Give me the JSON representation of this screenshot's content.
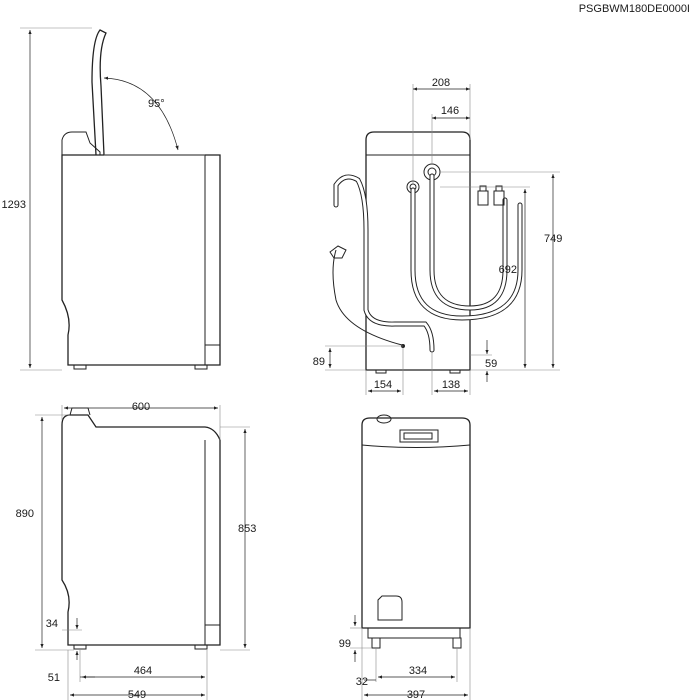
{
  "model_code": "PSGBWM180DE0000I",
  "views": {
    "side_lid_open": {
      "total_height": "1293",
      "lid_angle": "95°"
    },
    "rear_connections": {
      "inlet_spacing_outer": "208",
      "inlet_spacing_inner": "146",
      "inlet_height": "749",
      "drain_height": "692",
      "bottom_offset": "89",
      "foot_gap": "59",
      "drain_offset_left": "154",
      "drain_offset_right": "138"
    },
    "side_closed": {
      "depth": "600",
      "height_with_top": "890",
      "height_body": "853",
      "foot_height": "34",
      "foot_inset": "51",
      "foot_span": "464",
      "base_depth": "549"
    },
    "front": {
      "foot_clearance": "99",
      "foot_span": "334",
      "foot_inset": "32",
      "width": "397"
    }
  }
}
